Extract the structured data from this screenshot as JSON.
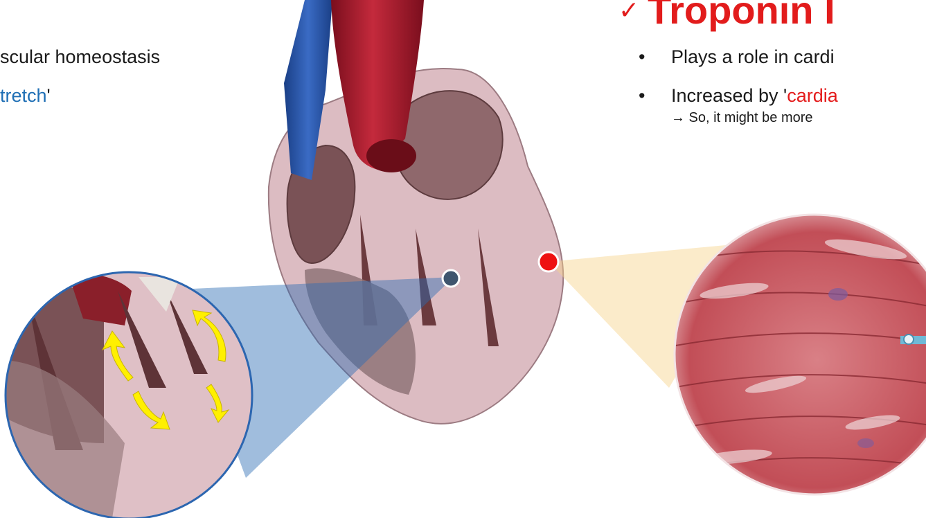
{
  "left_text": {
    "line1": "scular homeostasis",
    "line2_colored": "tretch",
    "line2_suffix": "'"
  },
  "right_text": {
    "check_mark": "✓",
    "title": "Troponin I",
    "bullet_symbol": "•",
    "bullet1": "Plays a role in cardi",
    "bullet2_prefix": "Increased by '",
    "bullet2_colored": "cardia",
    "sub_arrow": "→",
    "sub_text": " So, it might be more"
  },
  "colors": {
    "blue_text": "#1f6fb5",
    "red_text": "#e41b1b",
    "blue_marker": "#3f556e",
    "red_marker": "#ee1111",
    "arrow_yellow": "#ffee00",
    "muscle_red": "#c9545a",
    "heart_tissue": "#d9b7bd"
  },
  "icons": [
    "yellow-curved-arrow",
    "checkmark-icon",
    "blue-dot-marker",
    "red-dot-marker"
  ]
}
